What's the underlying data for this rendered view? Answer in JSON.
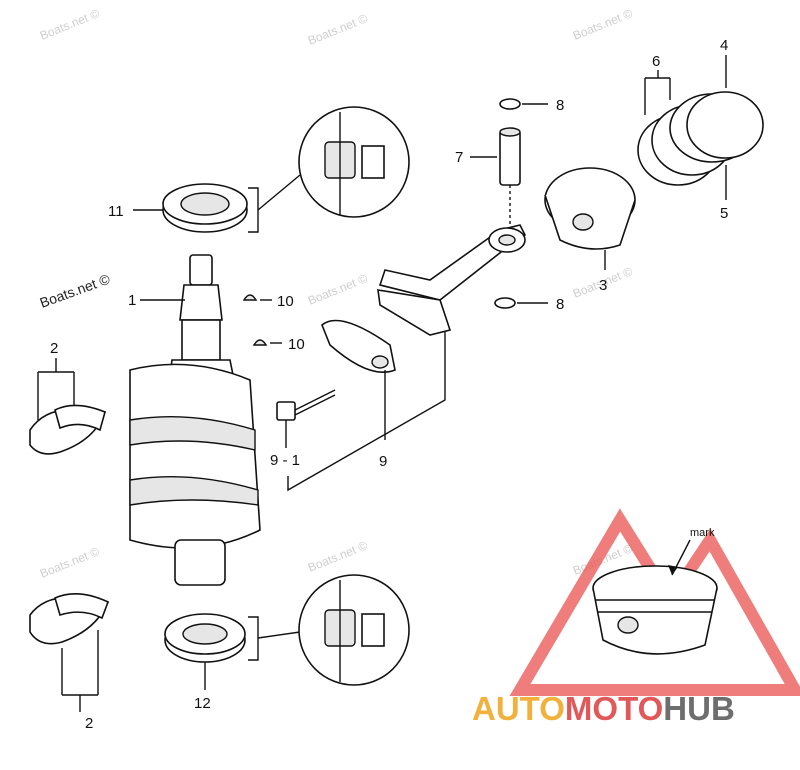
{
  "watermarks": {
    "site": "Boats.net ©",
    "site_label_dark": "Boats.net ©"
  },
  "callouts": {
    "n1": "1",
    "n2_upper": "2",
    "n2_lower": "2",
    "n3": "3",
    "n4": "4",
    "n5": "5",
    "n6": "6",
    "n7": "7",
    "n8_top": "8",
    "n8_mid": "8",
    "n9": "9",
    "n9_1": "9 - 1",
    "n10_a": "10",
    "n10_b": "10",
    "n11": "11",
    "n12": "12"
  },
  "inset": {
    "mark_label": "mark"
  },
  "logo": {
    "part1": "AUTO",
    "part2": "MOTO",
    "part3": "HUB"
  },
  "colors": {
    "logo_orange": "#f2b13c",
    "logo_red": "#e2585a",
    "logo_gray": "#6e6e6e",
    "triangle_red": "#e8514f"
  }
}
